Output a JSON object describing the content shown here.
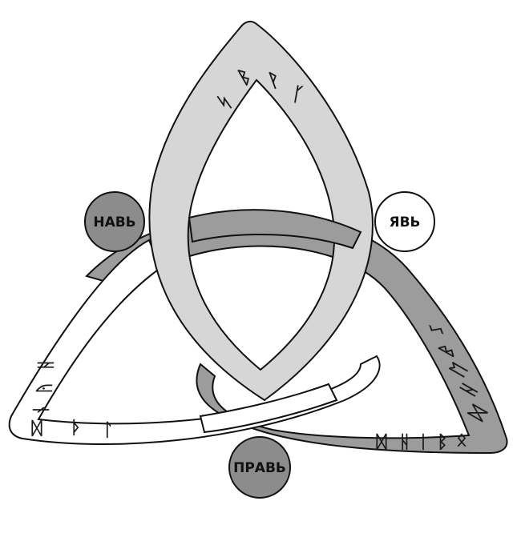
{
  "colors": {
    "background": "#ffffff",
    "outline": "#111111",
    "ring_top": "#d6d6d6",
    "ring_left": "#ffffff",
    "ring_right": "#9c9c9c",
    "badge_dark": "#8c8c8c",
    "badge_light": "#ffffff"
  },
  "badges": {
    "nav": {
      "label": "НАВЬ",
      "fill": "#8c8c8c"
    },
    "yav": {
      "label": "ЯВЬ",
      "fill": "#ffffff"
    },
    "prav": {
      "label": "ПРАВЬ",
      "fill": "#8c8c8c"
    }
  },
  "runes": {
    "top": [
      "ᛋ",
      "ᛒ",
      "ᚹ",
      "ᚴ"
    ],
    "left_vertical": [
      "ᚺ",
      "ᚤ",
      "ᚾ"
    ],
    "left_bottom": [
      "ᛞ",
      "ᚦ",
      "ᛚ"
    ],
    "right_diagonal": [
      "ᛊ",
      "ᛒ",
      "ᛖ",
      "ᚺ",
      "ᛞ"
    ],
    "right_bottom": [
      "ᛞ",
      "ᚺ",
      "ᛁ",
      "ᛒ",
      "ᛟ"
    ]
  }
}
